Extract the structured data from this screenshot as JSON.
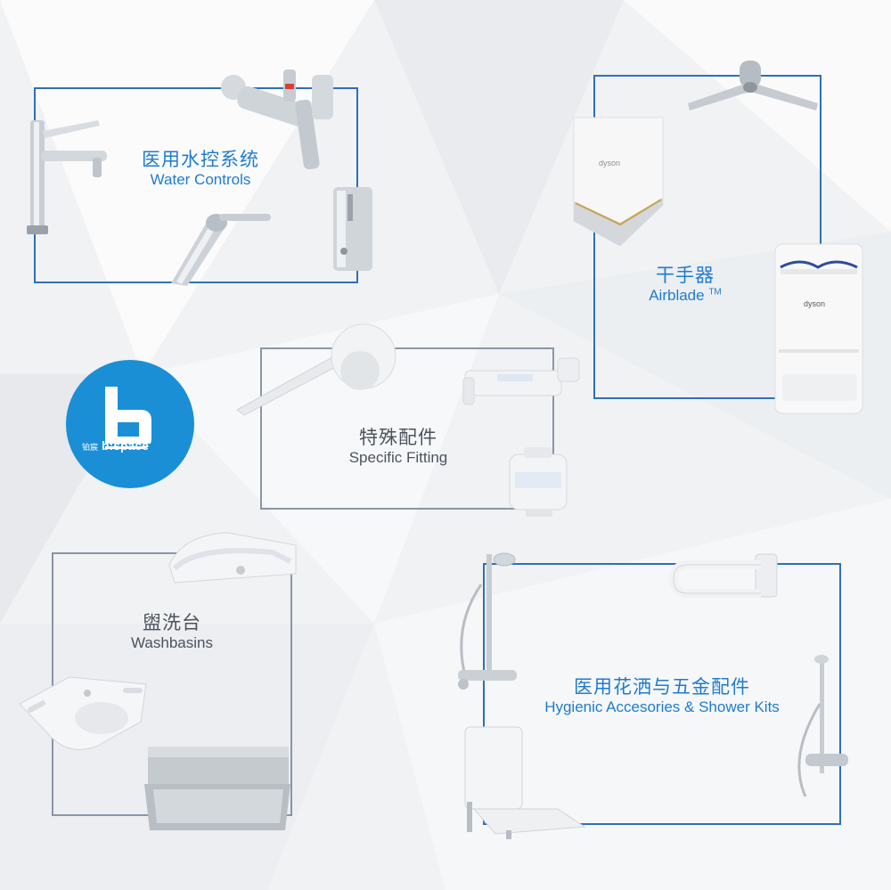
{
  "categories": {
    "water_controls": {
      "cn": "医用水控系统",
      "en": "Water Controls"
    },
    "airblade": {
      "cn": "干手器",
      "en": "Airblade",
      "tm": "TM"
    },
    "specific_fitting": {
      "cn": "特殊配件",
      "en": "Specific Fitting"
    },
    "washbasins": {
      "cn": "盥洗台",
      "en": "Washbasins"
    },
    "hygienic": {
      "cn": "医用花洒与五金配件",
      "en": "Hygienic Accesories & Shower Kits"
    }
  },
  "logo": {
    "text": "b:space",
    "cn": "铂宸"
  },
  "product_marks": {
    "dyson1": "dyson",
    "dyson2": "dyson"
  },
  "colors": {
    "blue": "#1f7bd0",
    "frame_blue": "#2f6fb8",
    "frame_grey": "#8a96a8",
    "logo_blue": "#1a8fd6"
  }
}
